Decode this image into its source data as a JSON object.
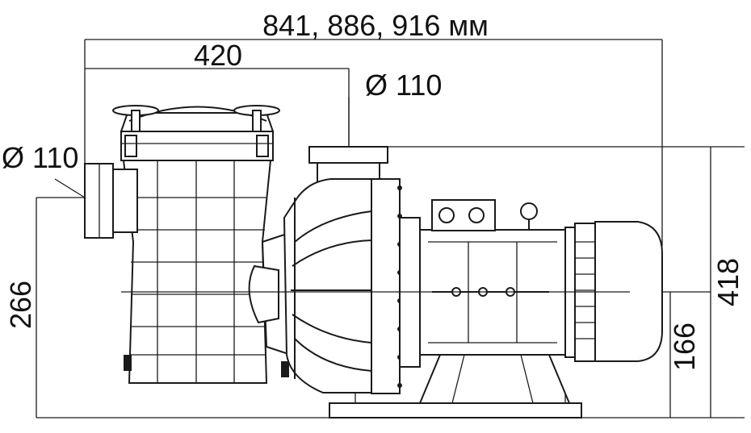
{
  "dimensions": {
    "overall_length": "841, 886, 916 мм",
    "inlet_to_outlet": "420",
    "outlet_diameter": "Ø 110",
    "inlet_diameter": "Ø 110",
    "inlet_height": "266",
    "total_height": "418",
    "shaft_height": "166"
  }
}
